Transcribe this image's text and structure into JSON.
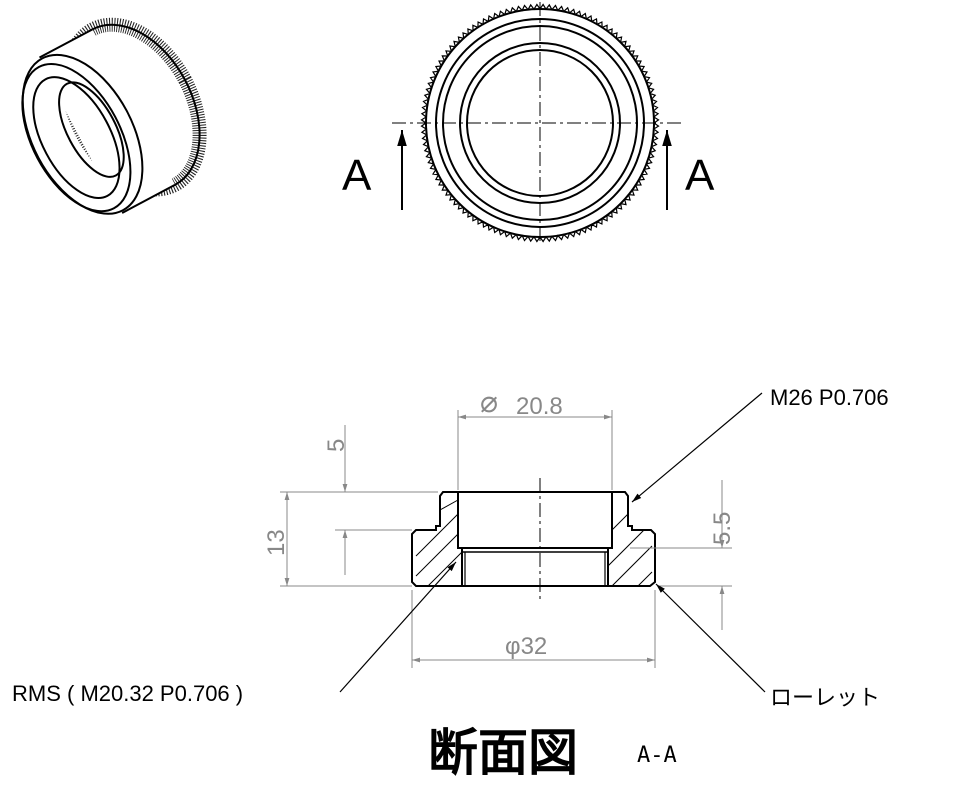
{
  "views": {
    "section_marker_left": "A",
    "section_marker_right": "A"
  },
  "dimensions": {
    "bore_diameter": "20.8",
    "bore_diameter_symbol": "⌀",
    "outer_diameter": "φ32",
    "step_height": "5",
    "total_height": "13",
    "flange_height": "5.5"
  },
  "callouts": {
    "outer_thread": "M26 P0.706",
    "inner_thread": "RMS ( M20.32 P0.706 )",
    "knurl": "ローレット"
  },
  "title": {
    "main": "断面図",
    "sub": "A-A"
  }
}
